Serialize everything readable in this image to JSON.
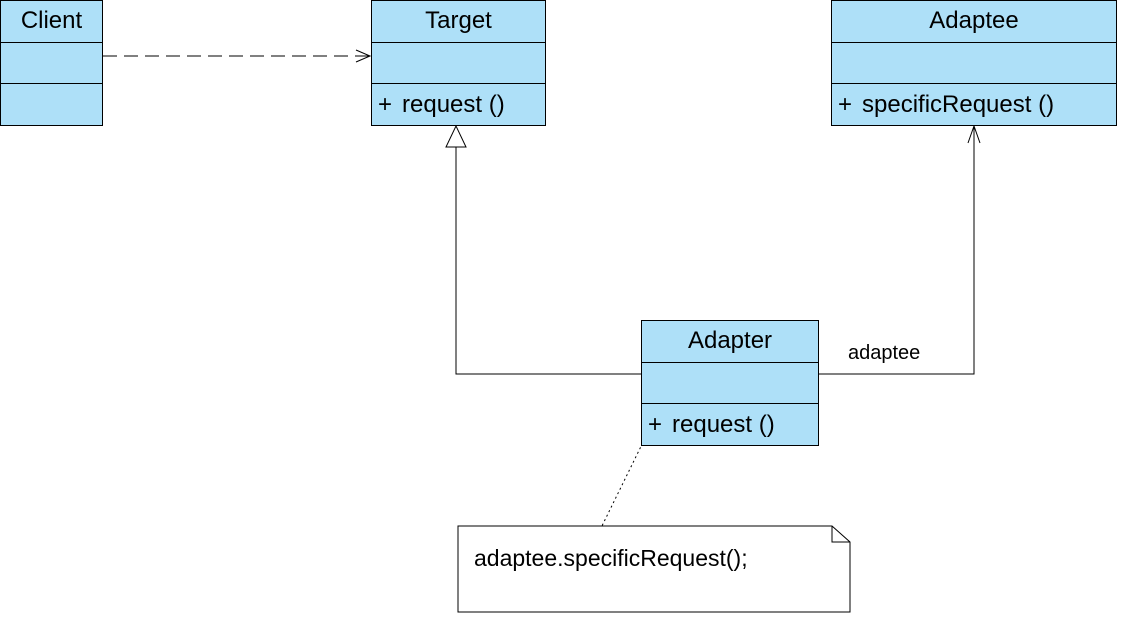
{
  "classes": {
    "client": {
      "name": "Client",
      "operation_visibility": "",
      "operation": ""
    },
    "target": {
      "name": "Target",
      "operation_visibility": "+",
      "operation": "request ()"
    },
    "adaptee": {
      "name": "Adaptee",
      "operation_visibility": "+",
      "operation": "specificRequest ()"
    },
    "adapter": {
      "name": "Adapter",
      "operation_visibility": "+",
      "operation": "request ()"
    }
  },
  "association": {
    "label": "adaptee"
  },
  "note": {
    "text": "adaptee.specificRequest();"
  },
  "colors": {
    "class_fill": "#aee0f8",
    "line": "#000000",
    "background": "#ffffff"
  }
}
